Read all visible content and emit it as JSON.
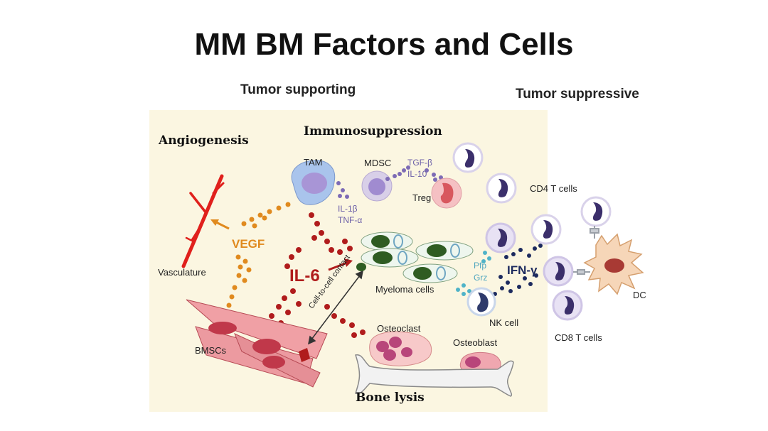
{
  "slide": {
    "title": "MM BM Factors and Cells",
    "tumor_supporting": "Tumor supporting",
    "tumor_suppressive": "Tumor suppressive"
  },
  "sections": {
    "angiogenesis": "Angiogenesis",
    "immunosuppression": "Immunosuppression",
    "bone_lysis": "Bone lysis"
  },
  "labels": {
    "tam": "TAM",
    "mdsc": "MDSC",
    "treg": "Treg",
    "vasculature": "Vasculature",
    "bmscs": "BMSCs",
    "myeloma_cells": "Myeloma cells",
    "osteoclast": "Osteoclast",
    "osteoblast": "Osteoblast",
    "nk_cell": "NK cell",
    "cd4_t_cells": "CD4 T cells",
    "cd8_t_cells": "CD8 T cells",
    "dc": "DC",
    "cell_contact": "Cell-to-cell contact"
  },
  "factors": {
    "vegf": "VEGF",
    "il6": "IL-6",
    "ifn_gamma": "IFN-γ",
    "il1b": "IL-1β",
    "tnfa": "TNF-α",
    "tgfb": "TGF-β",
    "il10": "IL-10",
    "pfp": "Pfp",
    "grz": "Grz"
  },
  "colors": {
    "vegf": "#e08a1e",
    "il6": "#b01c1c",
    "ifn": "#1c2a5e",
    "cytokine_purple": "#7d6bb5",
    "perforin": "#4fb3c8",
    "vessel": "#e0201c"
  }
}
